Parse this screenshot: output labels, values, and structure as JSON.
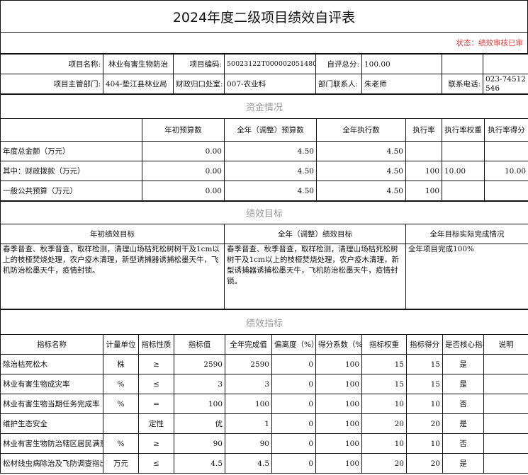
{
  "title": "2024年度二级项目绩效自评表",
  "status": "状态：绩效审核已审",
  "info": {
    "name_label": "项目名称:",
    "name": "林业有害生物防治",
    "code_label": "项目编码:",
    "code": "50023122T000002051480",
    "score_label": "自评总分:",
    "score": "100.00",
    "dept_label": "项目主管部门:",
    "dept": "404-垫江县林业局",
    "office_label": "财政归口处室:",
    "office": "007-农业科",
    "contact_label": "部门联系人:",
    "contact": "朱老师",
    "phone_label": "联系电话:",
    "phone": "023-74512546"
  },
  "funds": {
    "section": "资金情况",
    "headers": [
      "",
      "年初预算数",
      "全年（调整）预算数",
      "全年执行数",
      "执行率",
      "执行率权重",
      "执行率得分"
    ],
    "rows": [
      [
        "年度总金额（万元）",
        "0.00",
        "4.50",
        "4.50",
        "",
        "",
        ""
      ],
      [
        "其中：财政拨款（万元）",
        "0.00",
        "4.50",
        "4.50",
        "100",
        "10.00",
        "10.00"
      ],
      [
        "一般公共预算（万元）",
        "0.00",
        "4.50",
        "4.50",
        "100",
        "",
        ""
      ]
    ]
  },
  "goals": {
    "section": "绩效目标",
    "headers": [
      "年初绩效目标",
      "全年（调整）绩效目标",
      "全年目标实际完成情况"
    ],
    "initial": "春季普查、秋季普查，取样检测，清理山场枯死松树树干及1cm以上的枝桠焚烧处理，农户疫木清理，新型诱捕器诱捕松墨天牛，飞机防治松墨天牛，疫情封锁。",
    "adjusted": "春季普查、秋季普查，取样检测，清理山场枯死松树树干及1cm以上的枝桠焚烧处理，农户疫木清理，新型诱捕器诱捕松墨天牛，飞机防治松墨天牛，疫情封锁。",
    "actual": "全年项目完成100%"
  },
  "indicators": {
    "section": "绩效指标",
    "headers": [
      "指标名称",
      "计量单位",
      "指标性质",
      "指标值",
      "全年完成值",
      "偏离度（%）",
      "得分系数（%）",
      "指标权重",
      "指标得分",
      "是否核心指标",
      "说明"
    ],
    "rows": [
      [
        "除治枯死松木",
        "株",
        "≥",
        "2590",
        "2590",
        "0",
        "100",
        "15",
        "15",
        "是",
        ""
      ],
      [
        "林业有害生物成灾率",
        "%",
        "≤",
        "3",
        "3",
        "0",
        "100",
        "15",
        "15",
        "是",
        ""
      ],
      [
        "林业有害生物当期任务完成率",
        "%",
        "=",
        "100",
        "100",
        "0",
        "100",
        "10",
        "10",
        "否",
        ""
      ],
      [
        "维护生态安全",
        "",
        "定性",
        "优",
        "1",
        "0",
        "100",
        "20",
        "20",
        "是",
        ""
      ],
      [
        "林业有害生物防治辖区居民满意度",
        "%",
        "≥",
        "90",
        "90",
        "0",
        "100",
        "10",
        "10",
        "否",
        ""
      ],
      [
        "松材线虫病除治及飞防调查指出",
        "万元",
        "≤",
        "4.5",
        "4.5",
        "0",
        "100",
        "20",
        "20",
        "是",
        ""
      ]
    ]
  }
}
